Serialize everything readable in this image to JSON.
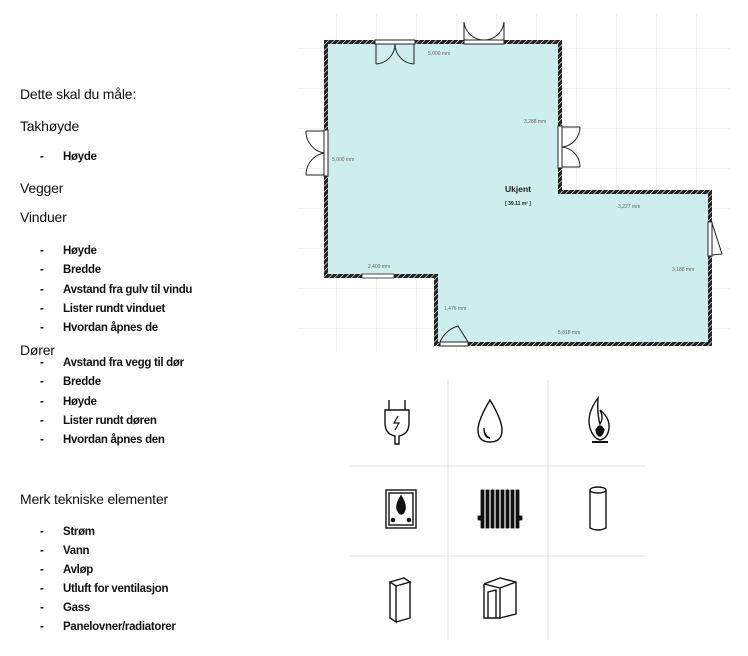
{
  "checklist": {
    "intro": "Dette skal du måle:",
    "bullet": "-",
    "sections": [
      {
        "title": "Takhøyde",
        "items": [
          "Høyde"
        ]
      },
      {
        "title": "Vegger",
        "items": []
      },
      {
        "title": "Vinduer",
        "items": [
          "Høyde",
          "Bredde",
          "Avstand fra gulv til vindu",
          "Lister rundt vinduet",
          "Hvordan åpnes de"
        ]
      },
      {
        "title": "Dører",
        "items": [
          "Avstand fra vegg til dør",
          "Bredde",
          "Høyde",
          "Lister rundt døren",
          "Hvordan åpnes den"
        ]
      },
      {
        "title": "Merk tekniske elementer",
        "items": [
          "Strøm",
          "Vann",
          "Avløp",
          "Utluft for ventilasjon",
          "Gass",
          "Panelovner/radiatorer"
        ]
      }
    ]
  },
  "floor_plan": {
    "room_name": "Ukjent",
    "room_area": "[ 39.11 m² ]",
    "dimensions": {
      "top": "5,000 mm",
      "left": "5,000 mm",
      "inner_vertical": "3,288 mm",
      "right_upper": "3,227 mm",
      "right": "3,188 mm",
      "lower_left": "2,409 mm",
      "inner_step": "1,476 mm",
      "bottom": "5,818 mm"
    },
    "fill_color": "#cdeeed"
  },
  "technical_icons": [
    "power-outlet-icon",
    "water-drop-icon",
    "gas-flame-icon",
    "fireplace-icon",
    "radiator-icon",
    "ventilation-pipe-icon",
    "column-box-icon",
    "chimney-icon"
  ]
}
